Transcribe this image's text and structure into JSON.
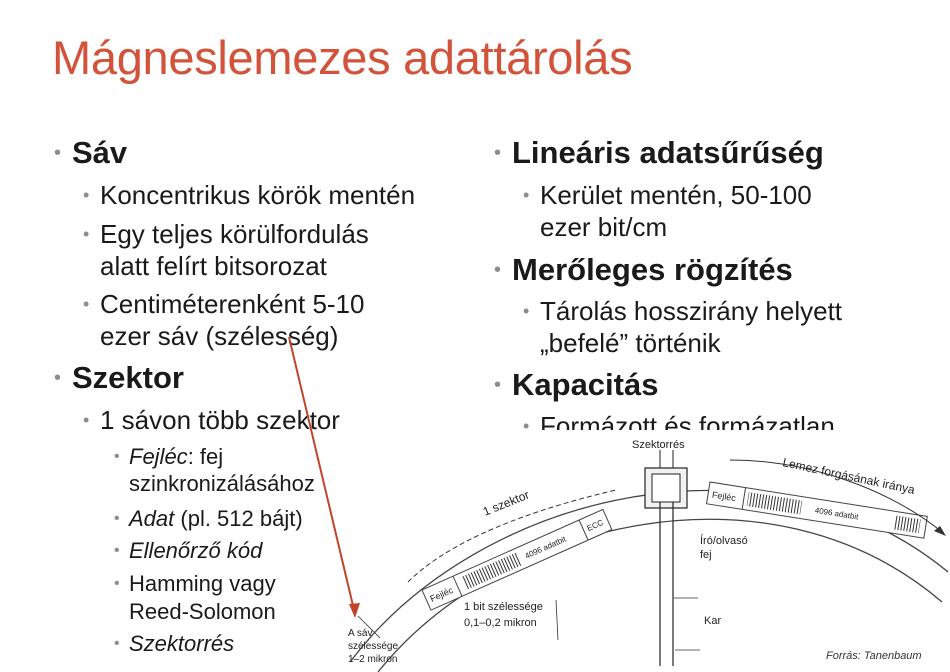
{
  "title": "Mágneslemezes adattárolás",
  "left": {
    "sav": {
      "heading": "Sáv",
      "items": [
        "Koncentrikus körök mentén",
        "Egy teljes körülfordulás",
        "alatt felírt bitsorozat",
        "Centiméterenként 5-10",
        "ezer sáv (szélesség)"
      ]
    },
    "szektor": {
      "heading": "Szektor",
      "item": "1 sávon több szektor",
      "sub": {
        "fejlec_term": "Fejléc",
        "fejlec_rest_1": ": fej",
        "fejlec_rest_2": "szinkronizálásához",
        "adat_term": "Adat",
        "adat_rest": " (pl. 512 bájt)",
        "ellenorzo": "Ellenőrző kód",
        "hamming_1": "Hamming vagy",
        "hamming_2": "Reed-Solomon",
        "szektorres": "Szektorrés"
      }
    }
  },
  "right": {
    "linearis": {
      "heading": "Lineáris adatsűrűség",
      "items": [
        "Kerület mentén, 50-100",
        "ezer bit/cm"
      ]
    },
    "merol": {
      "heading": "Merőleges rögzítés",
      "items": [
        "Tárolás hosszirány helyett",
        "„befelé” történik"
      ]
    },
    "kapacitas": {
      "heading": "Kapacitás",
      "items": [
        "Formázott és formázatlan"
      ]
    }
  },
  "diagram": {
    "szektorres": "Szektorrés",
    "egy_szektor": "1 szektor",
    "lemez_forgas": "Lemez forgásának iránya",
    "adatbit": "4096 adatbit",
    "ecc": "ECC",
    "fejlec": "Fejléc",
    "iro_1": "Író/olvasó",
    "iro_2": "fej",
    "bit_1": "1 bit szélessége",
    "bit_2": "0,1–0,2 mikron",
    "sav_1": "A sáv",
    "sav_2": "szélessége",
    "sav_3": "1–2 mikron",
    "kar": "Kar"
  },
  "source": "Forrás: Tanenbaum",
  "colors": {
    "title": "#d2533a",
    "bullet": "#8c8c8c",
    "arrow": "#c0452a"
  }
}
